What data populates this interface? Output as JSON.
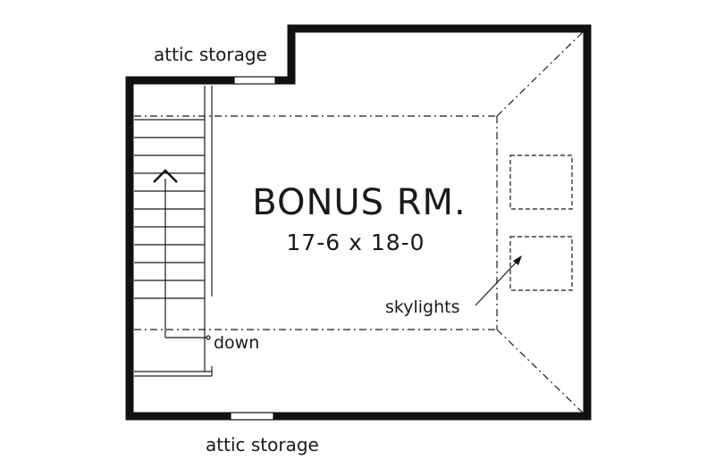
{
  "labels": {
    "attic_top": "attic storage",
    "attic_bottom": "attic storage",
    "room_name": "BONUS RM.",
    "room_dims": "17-6 x 18-0",
    "skylights": "skylights",
    "stair_direction": "down"
  },
  "colors": {
    "line": "#1a1a1a",
    "background": "#ffffff"
  }
}
